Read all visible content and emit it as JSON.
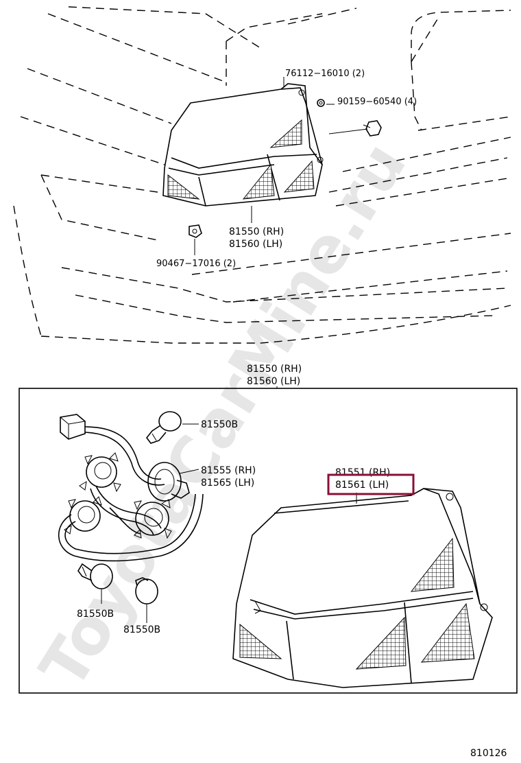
{
  "watermark": "ToyotaCarMine.ru",
  "callouts": {
    "clip_top": "76112−16010 (2)",
    "screw_top": "90159−60540 (4)",
    "lamp_rh_top": "81550 (RH)",
    "lamp_lh_top": "81560 (LH)",
    "nut_bottom": "90467−17016 (2)",
    "assy_rh": "81550 (RH)",
    "assy_lh": "81560 (LH)",
    "bulb_a": "81550B",
    "socket_rh": "81555 (RH)",
    "socket_lh": "81565 (LH)",
    "lens_rh": "81551 (RH)",
    "lens_lh": "81561 (LH)",
    "bulb_b": "81550B",
    "bulb_c": "81550B"
  },
  "diagram_code": "810126",
  "colors": {
    "highlight": "#8a0f35",
    "watermark": "#e6e6e6"
  }
}
